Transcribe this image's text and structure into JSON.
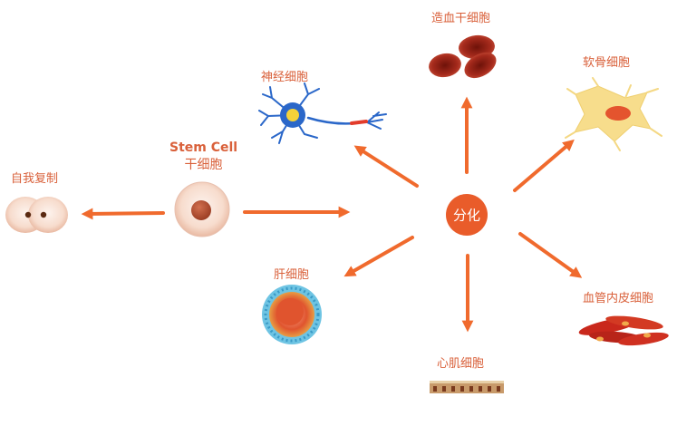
{
  "stem": {
    "title": "Stem Cell",
    "subtitle": "干细胞"
  },
  "self_renewal": "自我复制",
  "hub": "分化",
  "targets": {
    "neuron": "神经细胞",
    "blood": "造血干细胞",
    "cartilage": "软骨细胞",
    "liver": "肝细胞",
    "cardiac": "心肌细胞",
    "endothelial": "血管内皮细胞"
  },
  "colors": {
    "arrow": "#f06a2d",
    "label": "#d9603a",
    "hub": "#e95c2a",
    "neuron": "#2a67c9",
    "blood": "#a32a1d",
    "cartilage": "#f7dd8c",
    "liver": "#6ec4e3",
    "endothelial": "#c9281c"
  }
}
